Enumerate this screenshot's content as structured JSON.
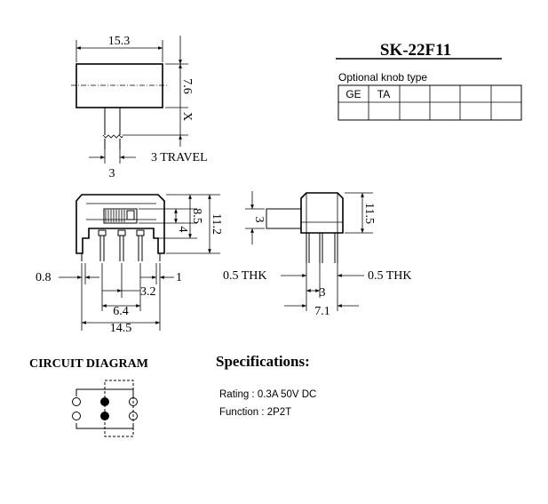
{
  "part_number": "SK-22F11",
  "optional_knob": {
    "caption": "Optional knob type",
    "cells": [
      "GE",
      "TA",
      "",
      "",
      "",
      "",
      "",
      "",
      "",
      "",
      "",
      ""
    ]
  },
  "top_view": {
    "width": "15.3",
    "height": "7.6",
    "shaft_x": "X",
    "shaft_width": "3",
    "travel": "3  TRAVEL"
  },
  "front_view": {
    "pitch_left": "0.8",
    "pin_spacing": "3.2",
    "pin_offset": "1",
    "pin_span": "6.4",
    "total_width": "14.5",
    "knob_height": "4",
    "body_height": "8.5",
    "total_height": "11.2"
  },
  "side_view": {
    "knob_size": "3",
    "total_height": "11.5",
    "thk_left": "0.5  THK",
    "thk_right": "0.5  THK",
    "pin_pitch": "3",
    "depth": "7.1"
  },
  "circuit_diagram": {
    "title": "CIRCUIT DIAGRAM"
  },
  "specifications": {
    "title": "Specifications:",
    "rating": "Rating : 0.3A 50V DC",
    "function": "Function : 2P2T"
  }
}
